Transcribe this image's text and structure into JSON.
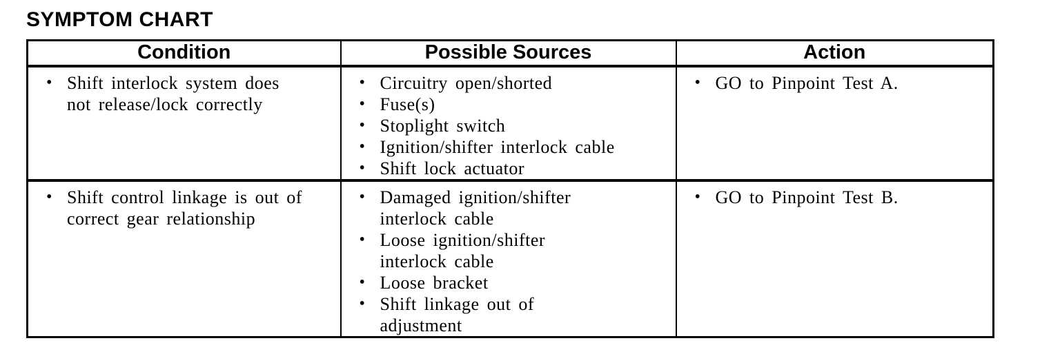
{
  "title": "SYMPTOM CHART",
  "glyphs": {
    "bullet": "•"
  },
  "colors": {
    "ink": "#000000",
    "paper": "#ffffff"
  },
  "table": {
    "headers": {
      "condition": "Condition",
      "sources": "Possible Sources",
      "action": "Action"
    },
    "rows": [
      {
        "condition": [
          "Shift interlock system does not release/lock correctly"
        ],
        "sources": [
          "Circuitry open/shorted",
          "Fuse(s)",
          "Stoplight switch",
          "Ignition/shifter interlock cable",
          "Shift lock actuator"
        ],
        "action": [
          "GO to Pinpoint Test A."
        ]
      },
      {
        "condition": [
          "Shift control linkage is out of correct gear relationship"
        ],
        "sources": [
          "Damaged ignition/shifter interlock cable",
          "Loose ignition/shifter interlock cable",
          "Loose bracket",
          "Shift linkage out of adjustment"
        ],
        "action": [
          "GO to Pinpoint Test B."
        ]
      }
    ]
  }
}
